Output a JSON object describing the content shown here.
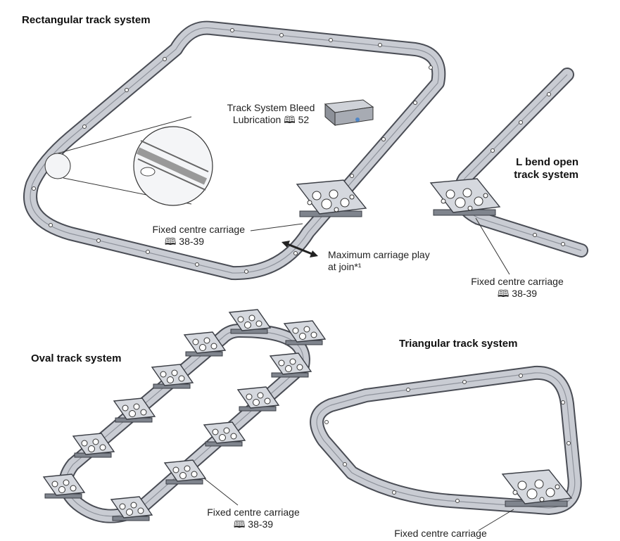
{
  "sections": {
    "rectangular": {
      "title": "Rectangular track system"
    },
    "lbend": {
      "title_line1": "L bend open",
      "title_line2": "track system"
    },
    "oval": {
      "title": "Oval track system"
    },
    "triangular": {
      "title": "Triangular track system"
    }
  },
  "labels": {
    "lube_line1": "Track System Bleed",
    "lube_line2": "Lubrication 🕮 52",
    "rect_carriage_line1": "Fixed centre carriage",
    "rect_carriage_line2": "🕮 38-39",
    "play_line1": "Maximum carriage play",
    "play_line2": "at join*¹",
    "lbend_carriage_line1": "Fixed centre carriage",
    "lbend_carriage_line2": "🕮 38-39",
    "oval_carriage_line1": "Fixed centre carriage",
    "oval_carriage_line2": "🕮 38-39",
    "tri_carriage_line1": "Fixed centre carriage"
  },
  "colors": {
    "track_dark": "#4a4d55",
    "track_light": "#c9ccd3",
    "plate": "#d5d8de",
    "arrow": "#222222"
  }
}
